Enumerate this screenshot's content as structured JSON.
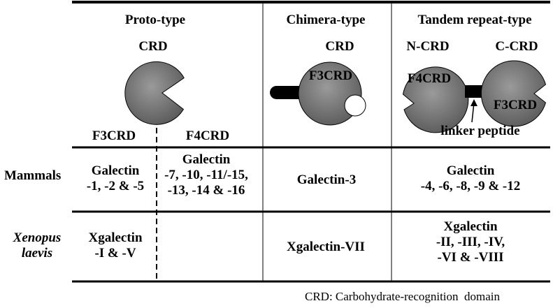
{
  "headers": {
    "proto": "Proto-type",
    "chimera": "Chimera-type",
    "tandem": "Tandem repeat-type"
  },
  "diagram_labels": {
    "proto_crd": "CRD",
    "chimera_crd": "CRD",
    "n_crd": "N-CRD",
    "c_crd": "C-CRD",
    "chimera_domain": "F3CRD",
    "tandem_n_domain": "F4CRD",
    "tandem_c_domain": "F3CRD",
    "linker": "linker peptide",
    "proto_f3": "F3CRD",
    "proto_f4": "F4CRD"
  },
  "rows": {
    "mammals": {
      "label": "Mammals",
      "proto_f3": "Galectin\n-1, -2 & -5",
      "proto_f4": "Galectin\n-7, -10, -11/-15,\n-13, -14 & -16",
      "chimera": "Galectin-3",
      "tandem": "Galectin\n-4, -6, -8, -9 & -12"
    },
    "xenopus": {
      "label": "Xenopus\nlaevis",
      "proto_f3": "Xgalectin\n-I & -V",
      "proto_f4": "",
      "chimera": "Xgalectin-VII",
      "tandem": "Xgalectin\n-II, -III, -IV,\n-VI & -VIII"
    }
  },
  "footnote": "CRD: Carbohydrate-recognition  domain",
  "colors": {
    "domain_fill": "#6e6e6e",
    "line": "#000000"
  }
}
